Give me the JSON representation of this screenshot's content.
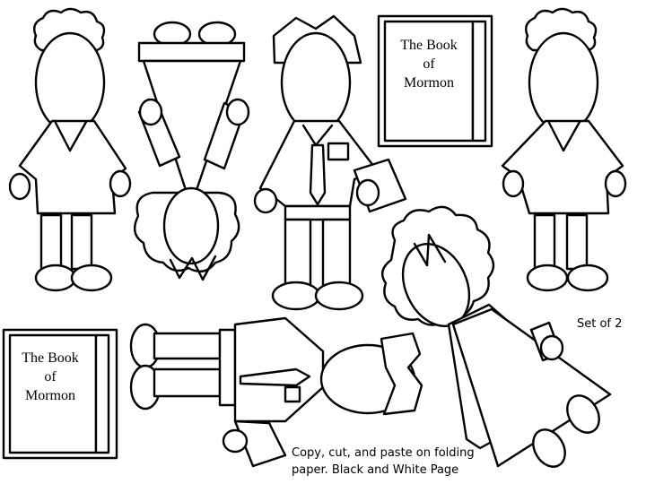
{
  "books": [
    {
      "lines": [
        "The Book",
        "of",
        "Mormon"
      ]
    },
    {
      "lines": [
        "The Book",
        "of",
        "Mormon"
      ]
    }
  ],
  "set_label": "Set of 2",
  "instructions": [
    "Copy, cut, and paste on folding",
    "paper. Black and White Page"
  ],
  "colors": {
    "ink": "#000000",
    "paper": "#ffffff"
  }
}
